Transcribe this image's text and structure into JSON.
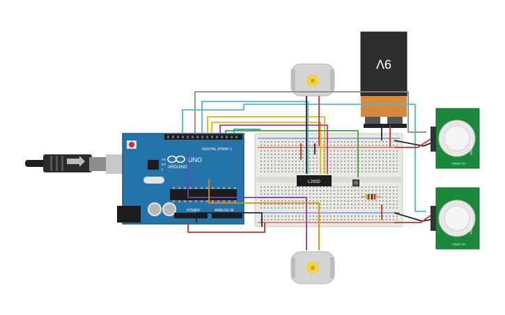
{
  "arduino": {
    "brand": "ARDUINO",
    "model": "UNO",
    "digital_header": "DIGITAL (PWM~)",
    "power_header": "POWER",
    "analog_header": "ANALOG IN",
    "tx_label": "TX",
    "rx_label": "RX",
    "l_label": "L"
  },
  "battery": {
    "label": "9V"
  },
  "driver_ic": {
    "label": "L293D"
  },
  "pir_sensors": [
    {
      "top_label": "HC-SR501",
      "side_label": "PIR Sensor"
    },
    {
      "top_label": "HC-SR501",
      "side_label": "PIR Sensor"
    }
  ],
  "colors": {
    "arduino_board": "#2574a9",
    "breadboard": "#e9e9e4",
    "battery_body": "#2d2d2d",
    "battery_terminal": "#d7893d",
    "pir_board": "#1a8a3a",
    "motor_body": "#d4d4d4",
    "motor_shaft": "#f3d14a",
    "wire_red": "#d62828",
    "wire_black": "#222222",
    "wire_cyan": "#4fb8d6",
    "wire_yellow": "#e6b800",
    "wire_magenta": "#c0309c",
    "wire_purple": "#7b3fb0",
    "wire_orange": "#e08a00",
    "wire_green": "#3aa33a",
    "wire_gray": "#888888",
    "wire_teal": "#2a9db0"
  }
}
